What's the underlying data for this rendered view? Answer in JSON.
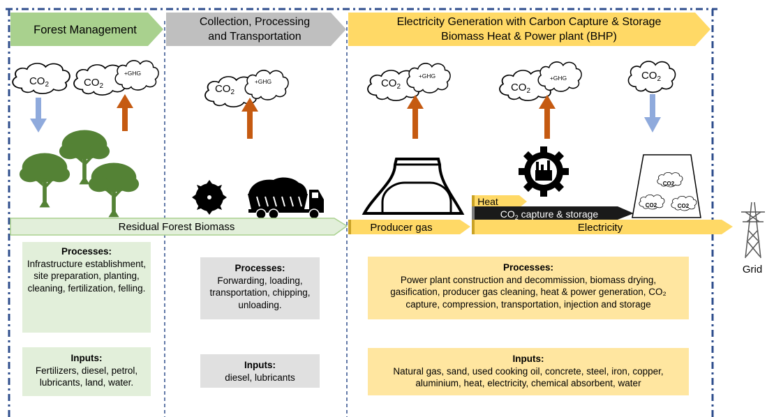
{
  "stages": [
    {
      "label": "Forest Management"
    },
    {
      "label_line1": "Collection, Processing",
      "label_line2": "and Transportation"
    },
    {
      "label_line1": "Electricity Generation with Carbon Capture & Storage",
      "label_line2": "Biomass Heat & Power plant (BHP)"
    }
  ],
  "clouds": {
    "co2": "CO",
    "sub2": "2",
    "ghg": "+GHG"
  },
  "flows": {
    "residual": "Residual Forest Biomass",
    "producer_gas": "Producer gas",
    "heat": "Heat",
    "co2_capture_pre": "CO",
    "co2_capture_sub": "2",
    "co2_capture_post": " capture & storage",
    "electricity": "Electricity",
    "grid": "Grid"
  },
  "storage_clouds": "CO2",
  "boxes": {
    "forest_processes_title": "Processes:",
    "forest_processes_text": "Infrastructure establishment, site preparation, planting, cleaning, fertilization, felling.",
    "forest_inputs_title": "Inputs:",
    "forest_inputs_text": "Fertilizers, diesel, petrol, lubricants, land, water.",
    "collection_processes_title": "Processes:",
    "collection_processes_text": "Forwarding, loading, transportation, chipping, unloading.",
    "collection_inputs_title": "Inputs:",
    "collection_inputs_text": "diesel, lubricants",
    "bhp_processes_title": "Processes:",
    "bhp_processes_text": "Power plant construction and decommission, biomass drying, gasification, producer gas cleaning, heat & power generation, CO₂ capture, compression, transportation, injection and storage",
    "bhp_inputs_title": "Inputs:",
    "bhp_inputs_text": "Natural gas, sand, used cooking oil, concrete, steel, iron, copper, aluminium, heat, electricity, chemical absorbent, water"
  },
  "colors": {
    "border": "#2e4d8c",
    "green": "#a9d18e",
    "gray": "#bfbfbf",
    "yellow": "#ffd966",
    "up_arrow": "#c55a11",
    "down_arrow": "#8faadc",
    "tree": "#548235"
  }
}
